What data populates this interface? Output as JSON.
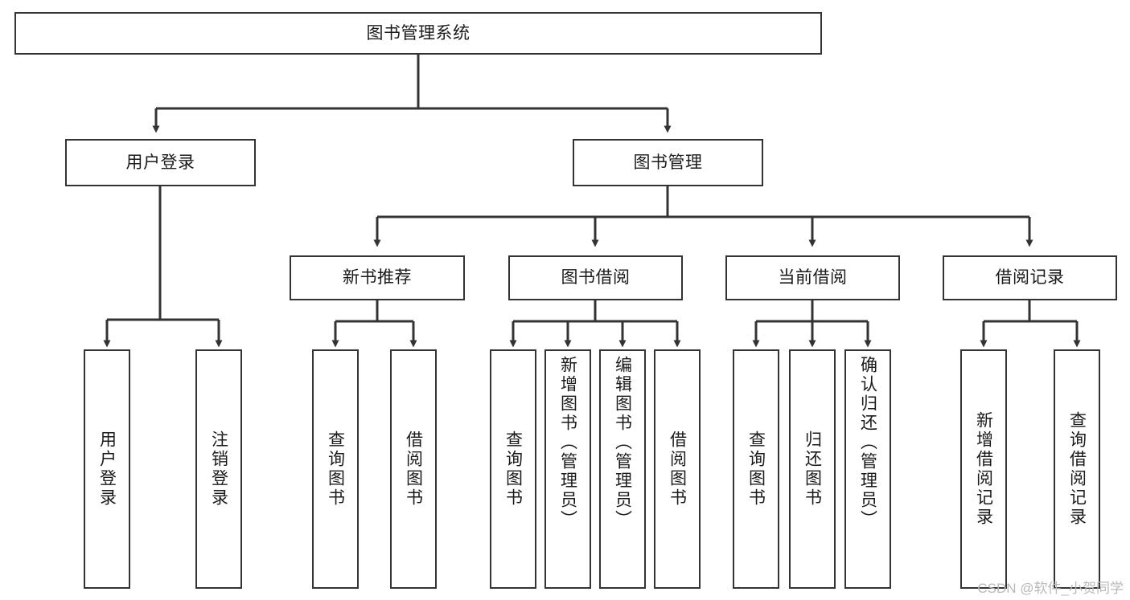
{
  "diagram": {
    "title": "图书管理系统",
    "type": "tree-hierarchy",
    "colors": {
      "box_border": "#333333",
      "box_fill": "#ffffff",
      "connector": "#333333",
      "text": "#1a1a1a",
      "watermark": "#b9b9b9",
      "background": "#ffffff"
    },
    "root": {
      "label": "图书管理系统"
    },
    "level2": [
      {
        "label": "用户登录"
      },
      {
        "label": "图书管理"
      }
    ],
    "level3": [
      {
        "label": "新书推荐"
      },
      {
        "label": "图书借阅"
      },
      {
        "label": "当前借阅"
      },
      {
        "label": "借阅记录"
      }
    ],
    "leaves": {
      "user_login": [
        {
          "label": "用户登录"
        },
        {
          "label": "注销登录"
        }
      ],
      "new_book_recommend": [
        {
          "label": "查询图书"
        },
        {
          "label": "借阅图书"
        }
      ],
      "book_borrow": [
        {
          "label": "查询图书"
        },
        {
          "label": "新增图书（管理员）"
        },
        {
          "label": "编辑图书（管理员）"
        },
        {
          "label": "借阅图书"
        }
      ],
      "current_borrow": [
        {
          "label": "查询图书"
        },
        {
          "label": "归还图书"
        },
        {
          "label": "确认归还（管理员）"
        }
      ],
      "borrow_records": [
        {
          "label": "新增借阅记录"
        },
        {
          "label": "查询借阅记录"
        }
      ]
    }
  },
  "watermark": {
    "text": "CSDN @软件_小贺同学"
  }
}
